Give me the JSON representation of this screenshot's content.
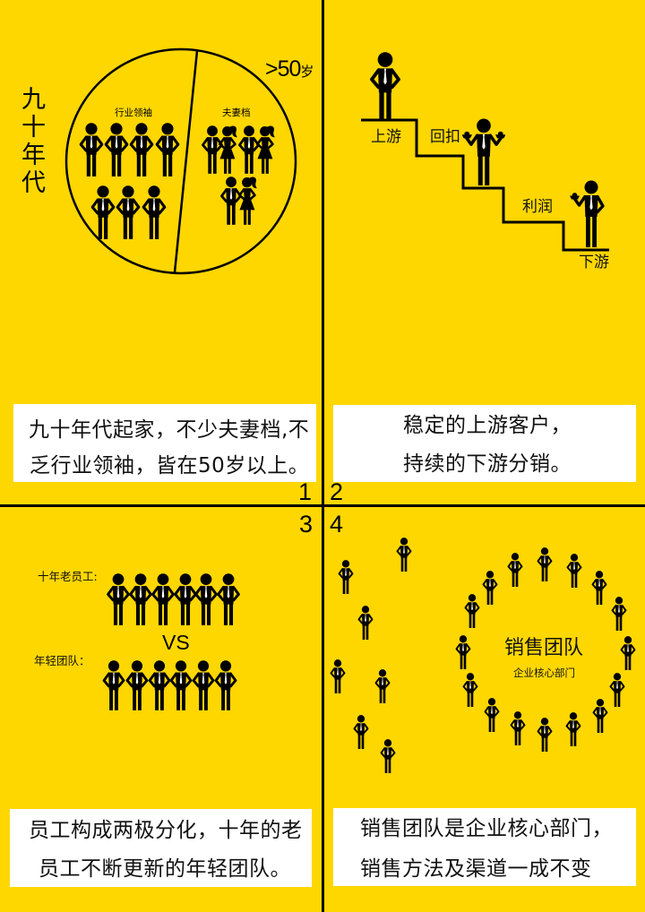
{
  "colors": {
    "background": "#FED700",
    "ink": "#000000",
    "caption_background": "#FFFFFF"
  },
  "icons": {
    "man": "businessman-icon",
    "woman": "businesswoman-icon",
    "man_with_ingots": "businessman-with-ingots-icon"
  },
  "panels": [
    {
      "number": "1",
      "era_label": "九十年代",
      "age_label": {
        "value": ">50",
        "unit": "岁"
      },
      "groups": [
        {
          "label": "行业领袖",
          "figures": 7
        },
        {
          "label": "夫妻档",
          "figures": 6
        }
      ],
      "caption": [
        "九十年代起家，不少夫妻档,不",
        "乏行业领袖，皆在50岁以上。"
      ]
    },
    {
      "number": "2",
      "stairs": {
        "top": "上游",
        "step1": "回扣",
        "step2": "利润",
        "bottom": "下游"
      },
      "caption": [
        "稳定的上游客户，",
        "持续的下游分销。"
      ]
    },
    {
      "number": "3",
      "rows": [
        {
          "label": "十年老员工:",
          "figures": 6
        },
        {
          "label": "年轻团队：",
          "figures": 6
        }
      ],
      "versus": "VS",
      "caption": [
        "员工构成两极分化，十年的老",
        "员工不断更新的年轻团队。"
      ]
    },
    {
      "number": "4",
      "team_title": "销售团队",
      "team_subtitle": "企业核心部门",
      "scattered_figures": 7,
      "circle_figures": 16,
      "caption": [
        "销售团队是企业核心部门，",
        "销售方法及渠道一成不变"
      ]
    }
  ]
}
